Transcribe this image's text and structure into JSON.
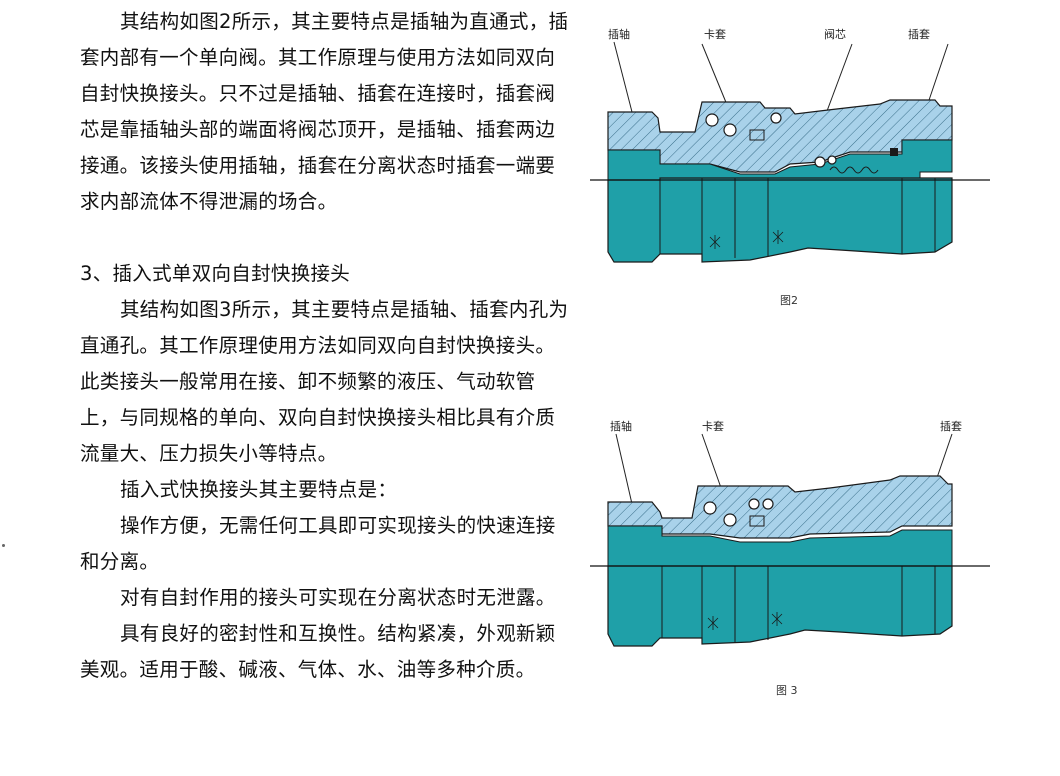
{
  "article": {
    "p1": "其结构如图2所示，其主要特点是插轴为直通式，插套内部有一个单向阀。其工作原理与使用方法如同双向自封快换接头。只不过是插轴、插套在连接时，插套阀芯是靠插轴头部的端面将阀芯顶开，是插轴、插套两边接通。该接头使用插轴，插套在分离状态时插套一端要求内部流体不得泄漏的场合。",
    "heading3": "3、插入式单双向自封快换接头",
    "p2": "其结构如图3所示，其主要特点是插轴、插套内孔为直通孔。其工作原理使用方法如同双向自封快换接头。此类接头一般常用在接、卸不频繁的液压、气动软管上，与同规格的单向、双向自封快换接头相比具有介质流量大、压力损失小等特点。",
    "p3": "插入式快换接头其主要特点是：",
    "p4": "操作方便，无需任何工具即可实现接头的快速连接和分离。",
    "p5": "对有自封作用的接头可实现在分离状态时无泄露。",
    "p6": "具有良好的密封性和互换性。结构紧凑，外观新颖美观。适用于酸、碱液、气体、水、油等多种介质。"
  },
  "figure2": {
    "labels": {
      "a": "插轴",
      "b": "卡套",
      "c": "阀芯",
      "d": "插套"
    },
    "caption": "图2"
  },
  "figure3": {
    "labels": {
      "a": "插轴",
      "b": "卡套",
      "c": "插套"
    },
    "caption": "图 3"
  },
  "colors": {
    "teal": "#1fa0a8",
    "light_blue": "#a9d2ea",
    "outline": "#1a1a1a"
  }
}
